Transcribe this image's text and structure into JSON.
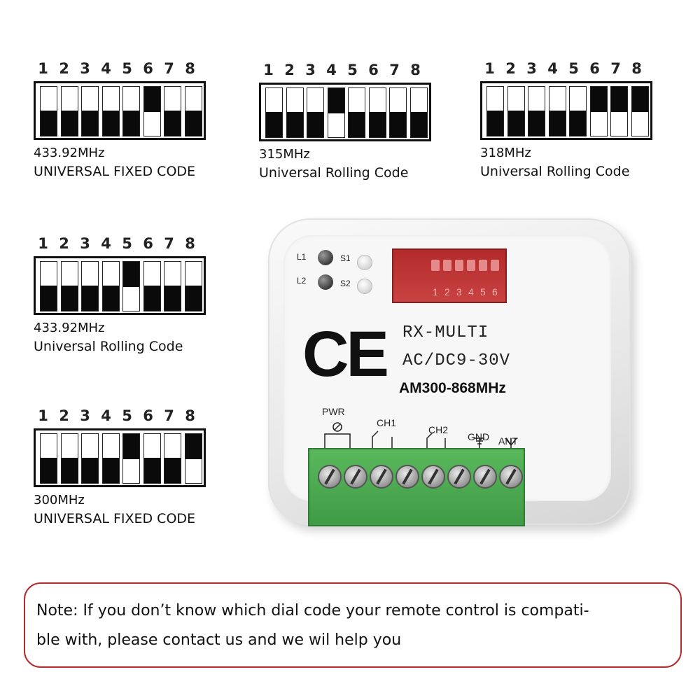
{
  "dip_numbers": [
    "1",
    "2",
    "3",
    "4",
    "5",
    "6",
    "7",
    "8"
  ],
  "dip_panels": [
    {
      "freq": "433.92MHz",
      "mode": "UNIVERSAL FIXED CODE",
      "on": [
        6
      ]
    },
    {
      "freq": "315MHz",
      "mode": "Universal Rolling Code",
      "on": [
        4
      ]
    },
    {
      "freq": "318MHz",
      "mode": "Universal Rolling Code",
      "on": [
        6,
        7,
        8
      ]
    },
    {
      "freq": "433.92MHz",
      "mode": "Universal Rolling Code",
      "on": [
        5
      ]
    },
    {
      "freq": "300MHz",
      "mode": "UNIVERSAL FIXED CODE",
      "on": [
        5,
        8
      ]
    }
  ],
  "device": {
    "led1_label": "L1",
    "led2_label": "L2",
    "btn1_label": "S1",
    "btn2_label": "S2",
    "ce_mark": "CE",
    "model": "RX-MULTI",
    "power": "AC/DC9-30V",
    "frequency": "AM300-868MHz",
    "terminals": {
      "pwr": "PWR",
      "ch1": "CH1",
      "ch2": "CH2",
      "gnd": "GND",
      "ant": "ANT"
    },
    "dip_window_numbers": [
      "1",
      "2",
      "3",
      "4",
      "5",
      "6"
    ]
  },
  "note": {
    "line1": "Note: If you don’t know which dial code your remote control is compati-",
    "line2": "ble with, please contact us and we wil help you"
  },
  "colors": {
    "note_border": "#b32c2c",
    "terminal_green": "#4caf50",
    "dip_red": "#c0392b"
  }
}
